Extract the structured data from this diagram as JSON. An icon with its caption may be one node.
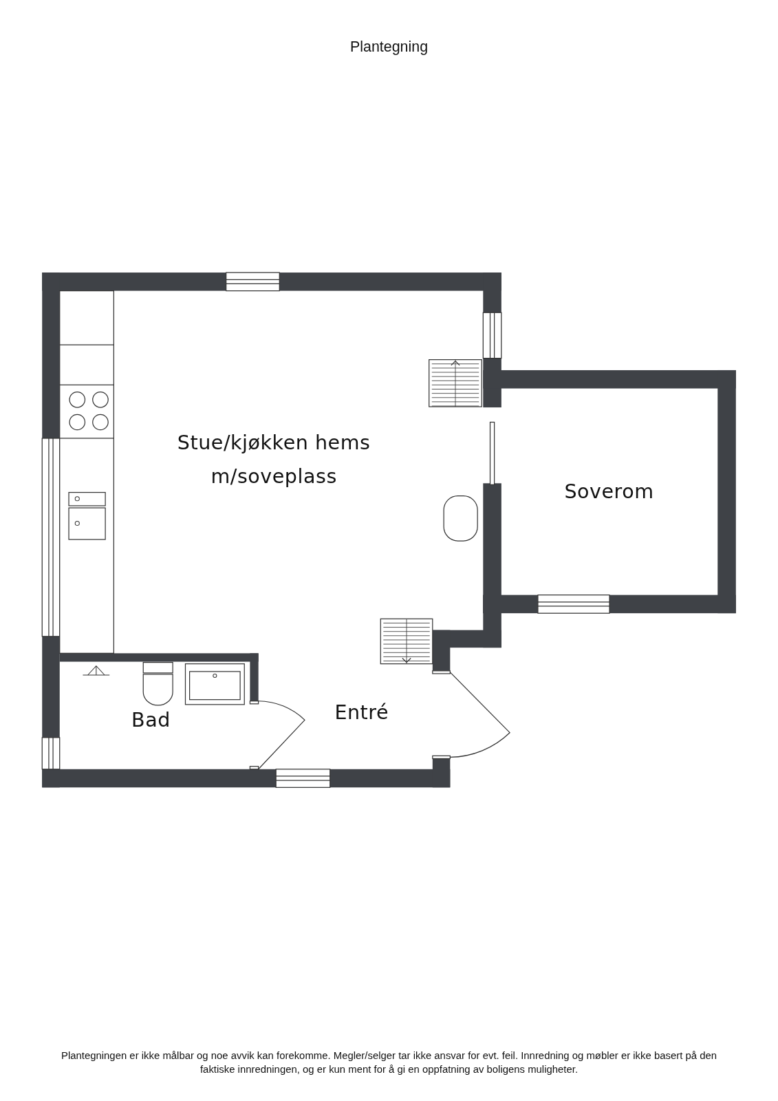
{
  "diagram": {
    "title": "Plantegning",
    "nodes": [
      {
        "text": [
          "Stue/kjøkken hems m/soveplass"
        ]
      },
      {
        "text": [
          "Soverom"
        ]
      },
      {
        "text": [
          "Bad"
        ]
      },
      {
        "text": [
          "Entré"
        ]
      }
    ],
    "caption": "Plantegningen er ikke målbar og noe avvik kan forekomme. Megler/selger tar ikke ansvar for evt. feil. Innredning og møbler er ikke basert på den faktiske innredningen, og er kun ment for å gi en oppfatning av boligens muligheter."
  }
}
